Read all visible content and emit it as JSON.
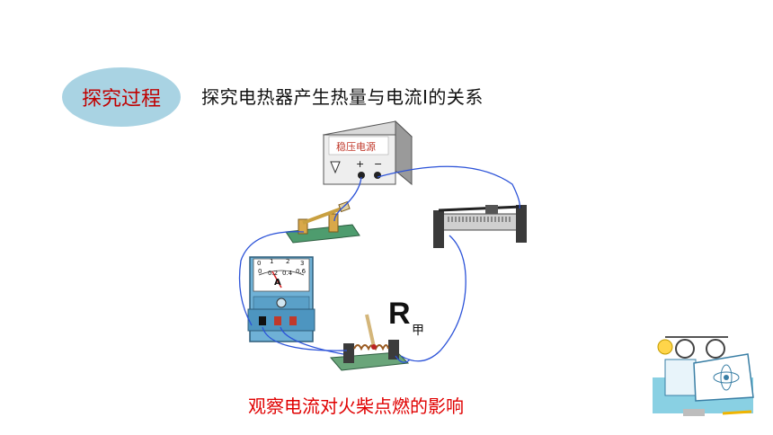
{
  "badge": {
    "label": "探究过程"
  },
  "title": "探究电热器产生热量与电流I的关系",
  "power_supply": {
    "label": "稳压电源",
    "plus": "+",
    "minus": "−"
  },
  "ammeter": {
    "unit": "A",
    "scale_top": [
      "0",
      "1",
      "2",
      "3"
    ],
    "scale_bottom": [
      "0",
      "0.2",
      "0.4",
      "0.6"
    ]
  },
  "resistor": {
    "symbol": "R",
    "subscript": "甲"
  },
  "caption": "观察电流对火柴点燃的影响",
  "colors": {
    "badge_bg": "#a9d3e3",
    "badge_text": "#c00000",
    "caption": "#e00000",
    "wire": "#2b52d8"
  },
  "icons": [
    "power-supply-icon",
    "knife-switch-icon",
    "rheostat-icon",
    "ammeter-icon",
    "resistor-coil-icon",
    "science-decoration-icon"
  ]
}
